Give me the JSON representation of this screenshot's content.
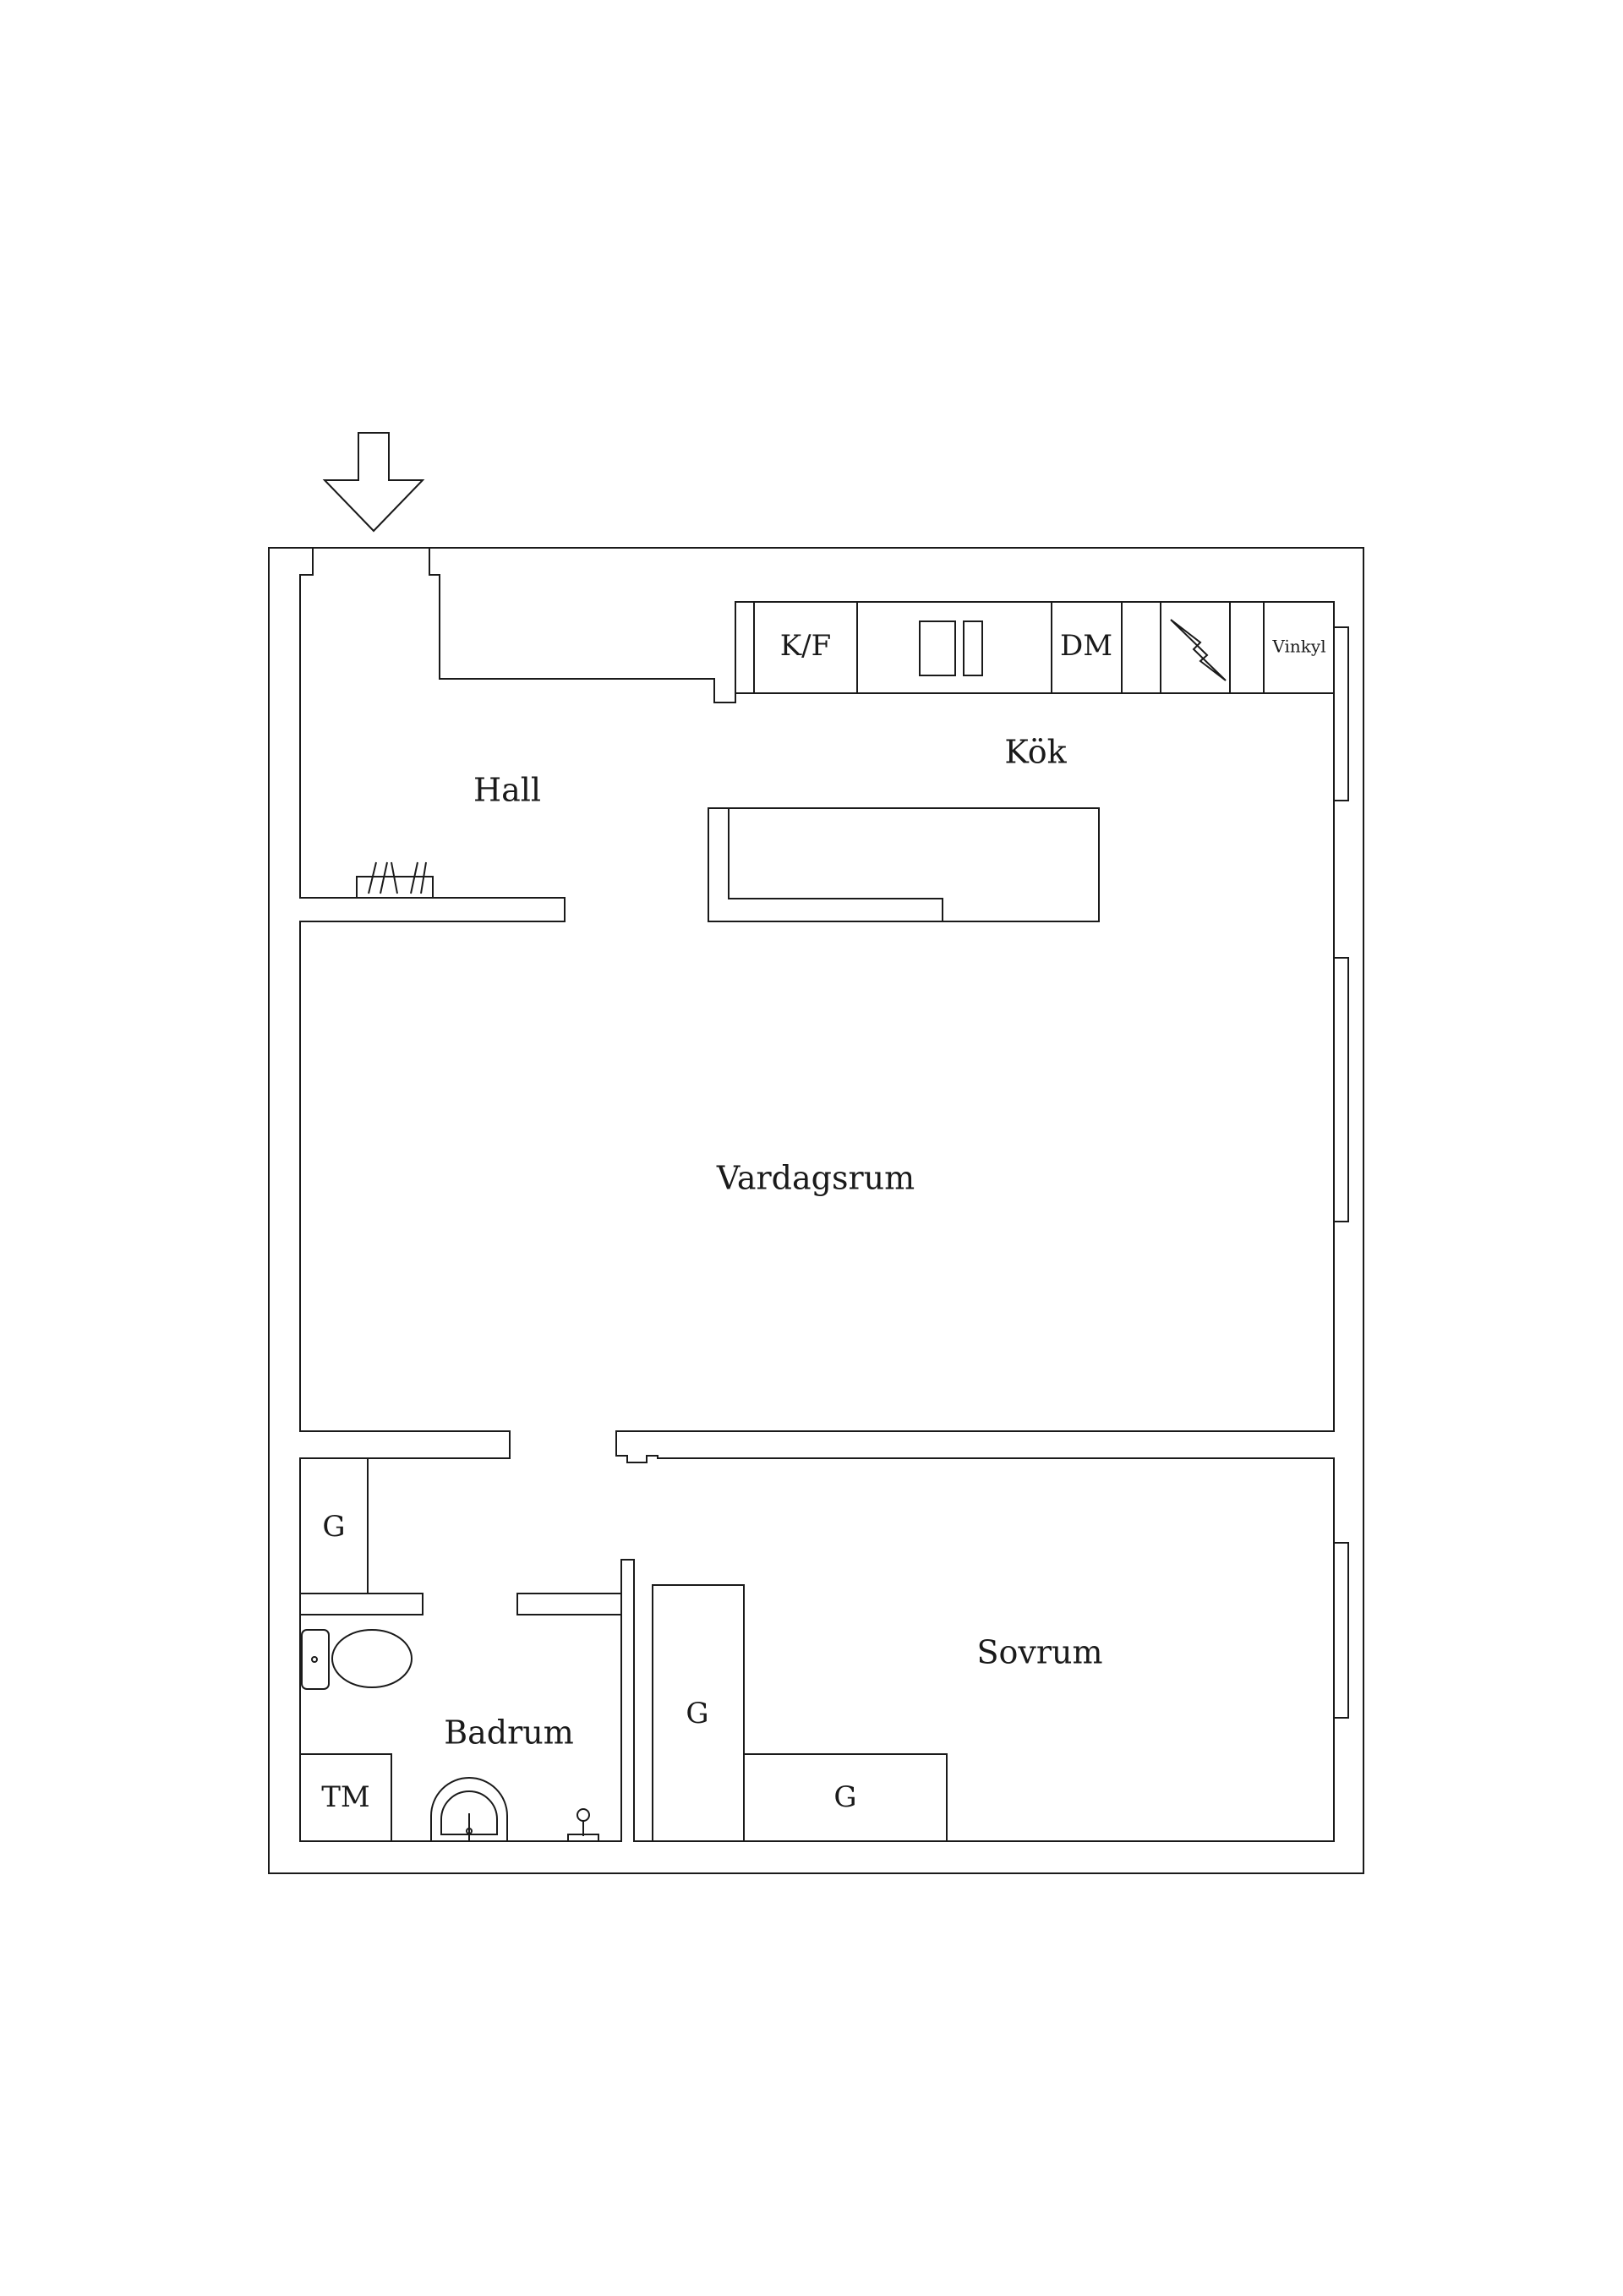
{
  "colors": {
    "ink": "#1a1a1a",
    "background": "#ffffff"
  },
  "icons": {
    "entrance": "entrance-arrow-icon",
    "toilet": "toilet-icon",
    "sink": "sink-icon",
    "shower": "shower-icon",
    "stove": "stove-icon",
    "sink_kitchen": "kitchen-sink-icon",
    "coat_rack": "coat-rack-icon"
  },
  "rooms": {
    "hall": "Hall",
    "kitchen": "Kök",
    "living": "Vardagsrum",
    "bath": "Badrum",
    "bedroom": "Sovrum"
  },
  "fixtures": {
    "fridge_freezer": "K/F",
    "dishwasher": "DM",
    "wine_fridge": "Vinkyl",
    "laundry": "TM",
    "wardrobe_hall": "G",
    "wardrobe_bed_1": "G",
    "wardrobe_bed_2": "G"
  }
}
